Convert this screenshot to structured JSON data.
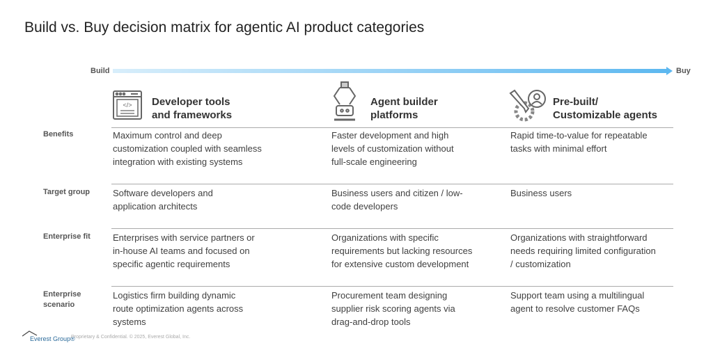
{
  "title": "Build vs. Buy decision matrix for agentic AI product categories",
  "axis": {
    "left": "Build",
    "right": "Buy"
  },
  "columns": [
    {
      "title": "Developer tools and frameworks",
      "l1": "Developer tools",
      "l2": "and frameworks",
      "icon": "code-window-icon"
    },
    {
      "title": "Agent builder platforms",
      "l1": "Agent builder",
      "l2": "platforms",
      "icon": "robot-arm-icon"
    },
    {
      "title": "Pre-built/ Customizable agents",
      "l1": "Pre-built/",
      "l2": "Customizable agents",
      "icon": "pencil-gear-user-icon"
    }
  ],
  "rows": [
    {
      "label": "Benefits",
      "cells": [
        "Maximum control and deep customization coupled with seamless integration with existing systems",
        "Faster development and high levels of customization without full-scale engineering",
        "Rapid time-to-value for repeatable tasks with minimal effort"
      ]
    },
    {
      "label": "Target group",
      "cells": [
        "Software developers and application architects",
        "Business users and citizen / low-code developers",
        "Business users"
      ]
    },
    {
      "label": "Enterprise fit",
      "cells": [
        "Enterprises with service partners or in-house AI teams and focused on specific agentic requirements",
        "Organizations with specific requirements but lacking resources for extensive custom development",
        "Organizations with straightforward needs requiring limited configuration / customization"
      ]
    },
    {
      "label": "Enterprise scenario",
      "cells": [
        "Logistics firm building dynamic route optimization agents across systems",
        "Procurement team designing supplier risk scoring agents via drag-and-drop tools",
        "Support team using a multilingual agent to resolve customer FAQs"
      ]
    }
  ],
  "footer": {
    "logo": "Everest Group®",
    "text": "Proprietary & Confidential. © 2025, Everest Global, Inc."
  }
}
